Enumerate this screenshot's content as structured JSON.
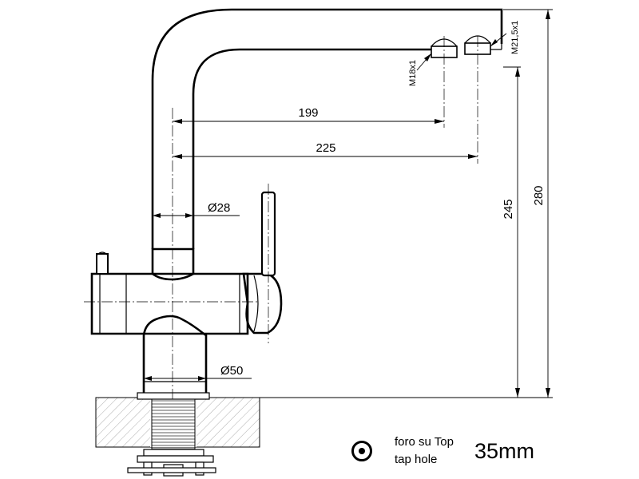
{
  "dimensions": {
    "spout_reach_1": "199",
    "spout_reach_2": "225",
    "spout_diameter": "Ø28",
    "base_diameter": "Ø50",
    "height_outlet": "245",
    "height_total": "280",
    "thread_left": "M18x1",
    "thread_right": "M21,5x1"
  },
  "legend": {
    "label_it": "foro su Top",
    "label_en": "tap hole",
    "value": "35mm"
  }
}
